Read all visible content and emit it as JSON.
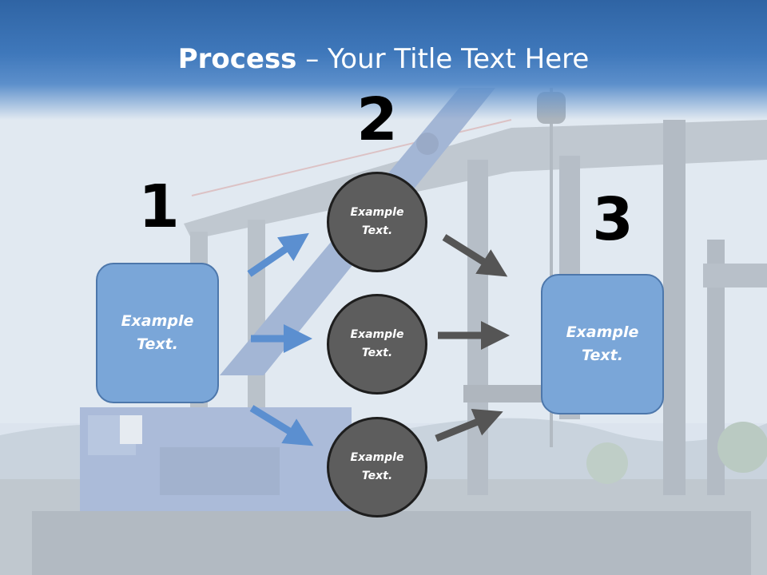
{
  "title": {
    "bold": "Process",
    "rest": " – Your Title Text Here"
  },
  "steps": {
    "one": "1",
    "two": "2",
    "three": "3"
  },
  "left_box": {
    "text": "Example Text."
  },
  "right_box": {
    "text": "Example Text."
  },
  "circles": [
    {
      "text": "Example Text."
    },
    {
      "text": "Example Text."
    },
    {
      "text": "Example Text."
    }
  ],
  "colors": {
    "title_band": "#3f78bb",
    "box_fill": "#7aa6d8",
    "circle_fill": "#5d5d5d",
    "blue_arrow": "#5b8fd0",
    "dark_arrow": "#555555"
  }
}
